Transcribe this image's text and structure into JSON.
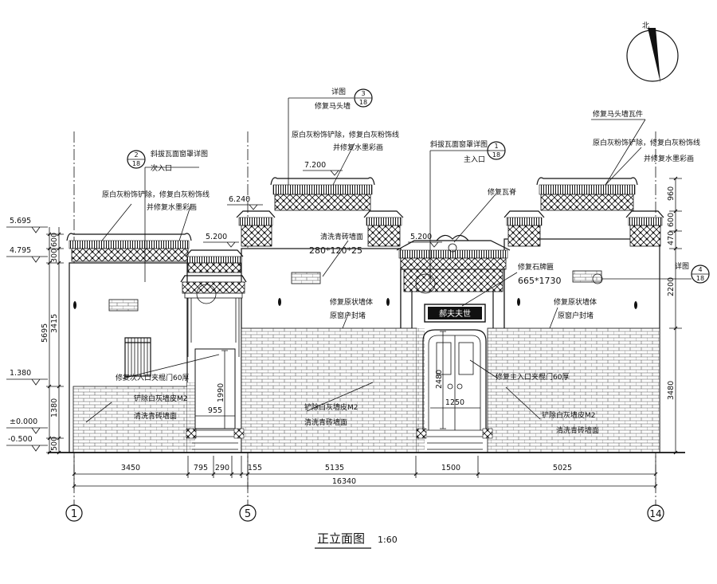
{
  "title": "正立面图",
  "scale": "1:60",
  "north": "北",
  "axes": {
    "a1": "1",
    "a5": "5",
    "a14": "14"
  },
  "levels": {
    "l5695": "5.695",
    "l4795": "4.795",
    "l1380": "1.380",
    "l0": "±0.000",
    "lneg": "-0.500",
    "l5200a": "5.200",
    "l5200b": "5.200",
    "l6240": "6.240",
    "l7200": "7.200"
  },
  "left_dims": {
    "d600": "600",
    "d300": "300",
    "d3415": "3415",
    "d5695": "5695",
    "d1380": "1380",
    "d500": "500"
  },
  "right_dims": {
    "d960": "960",
    "d600": "600",
    "d470": "470",
    "d2200": "2200",
    "d3480": "3480"
  },
  "bottom_dims": {
    "b3450": "3450",
    "b795": "795",
    "b290": "290",
    "b155": "155",
    "b5135": "5135",
    "b1500": "1500",
    "b5025": "5025",
    "total": "16340"
  },
  "door_dims": {
    "h1990": "1990",
    "w955": "955",
    "h2480": "2480",
    "w1250": "1250"
  },
  "annotations": {
    "a_detail3": "详图",
    "a_horsewall": "修复马头墙",
    "a_window2": "斜拔瓦面窗罩详图",
    "a_secondary": "次入口",
    "a_plaster1": "原白灰粉饰铲除，修复白灰粉饰线",
    "a_paint1": "并修复水墨彩画",
    "a_plaster2": "原白灰粉饰铲除，修复白灰粉饰线",
    "a_paint2": "并修复水墨彩画",
    "a_window1": "斜拔瓦面窗罩详图",
    "a_main": "主入口",
    "a_ridge": "修复瓦脊",
    "a_horsetile": "修复马头墙瓦件",
    "a_plaster3": "原白灰粉饰铲除，修复白灰粉饰线",
    "a_paint3": "并修复水墨彩画",
    "a_clean": "清洗青砖墙面",
    "a_brick": "280*120*25",
    "a_plaque": "修复石牌匾",
    "a_plaque_size": "665*1730",
    "a_detail4": "详图",
    "a_wall1": "修复原状墙体",
    "a_seal1": "原窗户封堵",
    "a_wall2": "修复原状墙体",
    "a_seal2": "原窗户封堵",
    "a_sec_lintel": "修复次入口夹棍门60厚",
    "a_main_lintel": "修复主入口夹棍门60厚",
    "a_remove1": "铲除白灰墙皮M2",
    "a_clean1": "清洗青砖墙面",
    "a_remove2": "铲除白灰墙皮M2",
    "a_clean2": "清洗青砖墙面",
    "a_remove3": "铲除白灰墙皮M2",
    "a_clean3": "清洗青砖墙面"
  },
  "refs": {
    "r3_top": "3",
    "r3_bot": "18",
    "r2_top": "2",
    "r2_bot": "18",
    "r1_top": "1",
    "r1_bot": "18",
    "r4_top": "4",
    "r4_bot": "18"
  },
  "plaque_text": "郝夫夫世"
}
